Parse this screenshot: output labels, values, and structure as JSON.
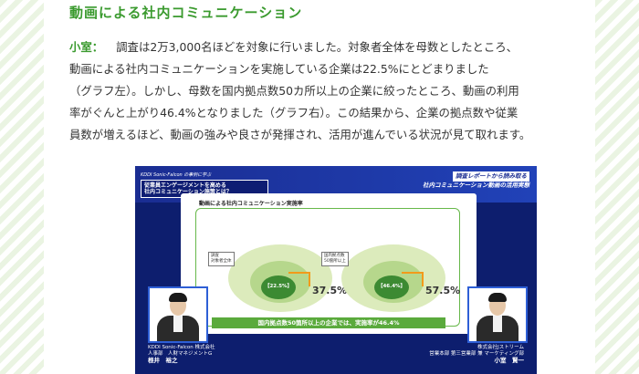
{
  "article": {
    "heading": "動画による社内コミュニケーション",
    "speaker": "小室：",
    "lines": [
      "調査は2万3,000名ほどを対象に行いました。対象者全体を母数としたところ、",
      "動画による社内コミュニケーションを実施している企業は22.5%にとどまりました",
      "（グラフ左）。しかし、母数を国内拠点数50カ所以上の企業に絞ったところ、動画の利用",
      "率がぐんと上がり46.4%となりました（グラフ右）。この結果から、企業の拠点数や従業",
      "員数が増えるほど、動画の強みや良さが発揮され、活用が進んでいる状況が見て取れます。"
    ]
  },
  "video": {
    "top_left_brand": "KDDI Sonic-Falcon の事例に学ぶ",
    "top_left_title_1": "従業員エンゲージメントを高める",
    "top_left_title_2": "社内コミュニケーション施策とは？",
    "top_right_1": "調査レポートから読み取る",
    "top_right_2": "社内コミュニケーション動画の活用実態",
    "slide_title": "動画による社内コミュニケーション実施率",
    "left_chart": {
      "tag_1": "調査",
      "tag_2": "対象者全体",
      "inner_label": "【22.5%】",
      "value": "37.5%"
    },
    "right_chart": {
      "tag_1": "国内拠点数",
      "tag_2": "50箇所以上",
      "inner_label": "【46.4%】",
      "value": "57.5%"
    },
    "bottom_banner": "国内拠点数50箇所以上の企業では、実施率が46.4%",
    "left_person": {
      "company": "KDDI Sonic-Falcon 株式会社",
      "dept": "人事部　人財マネジメントG",
      "name": "根井　裕之"
    },
    "right_person": {
      "company": "株式会社Jストリーム",
      "dept": "営業本部 第三営業部 兼 マーケティング部",
      "name": "小室　賢一"
    }
  }
}
